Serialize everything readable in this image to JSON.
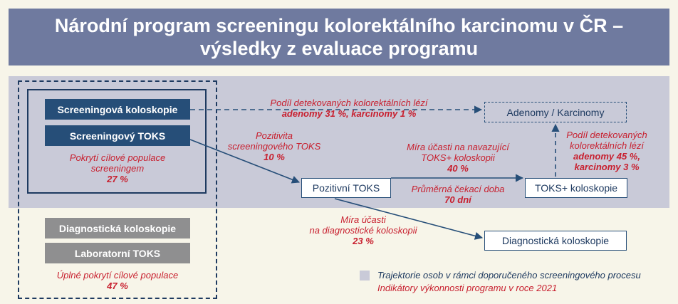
{
  "title": {
    "line1": "Národní program screeningu kolorektálního karcinomu v ČR –",
    "line2": "výsledky z evaluace programu"
  },
  "left_boxes": {
    "screening_colonoscopy": "Screeningová koloskopie",
    "screening_fit": "Screeningový TOKS",
    "coverage_label": "Pokrytí cílové populace screeningem",
    "coverage_value": "27 %",
    "diagnostic_colonoscopy": "Diagnostická koloskopie",
    "laboratory_fit": "Laboratorní TOKS",
    "full_coverage_label": "Úplné pokrytí cílové populace",
    "full_coverage_value": "47 %"
  },
  "nodes": {
    "adenomas_carcinomas": "Adenomy / Karcinomy",
    "positive_fit": "Pozitivní TOKS",
    "fit_colonoscopy": "TOKS+ koloskopie",
    "diagnostic_colonoscopy": "Diagnostická koloskopie"
  },
  "indicators": {
    "detection_top_label": "Podíl detekovaných kolorektálních lézí",
    "detection_top_value": "adenomy 31 %, karcinomy 1 %",
    "positivity_label1": "Pozitivita",
    "positivity_label2": "screeningového TOKS",
    "positivity_value": "10 %",
    "followup_label1": "Míra účasti na navazující",
    "followup_label2": "TOKS+ koloskopii",
    "followup_value": "40 %",
    "wait_label": "Průměrná čekací doba",
    "wait_value": "70 dní",
    "detection_right_label1": "Podíl detekovaných",
    "detection_right_label2": "kolorektálních lézí",
    "detection_right_value1": "adenomy 45 %,",
    "detection_right_value2": "karcinomy 3 %",
    "diag_participation_label1": "Míra účasti",
    "diag_participation_label2": "na diagnostické koloskopii",
    "diag_participation_value": "23 %"
  },
  "legend": {
    "trajectory": "Trajektorie osob v rámci doporučeného screeningového procesu",
    "indicators": "Indikátory výkonnosti programu v roce 2021"
  },
  "colors": {
    "header": "#6f7a9f",
    "band": "#c9cad8",
    "dark_blue": "#264e78",
    "grey": "#8f8f90",
    "red": "#c8202f",
    "background": "#f7f5e9"
  }
}
